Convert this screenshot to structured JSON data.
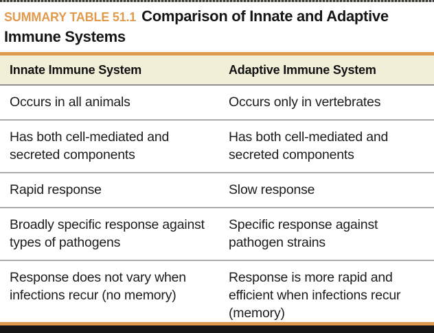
{
  "title": {
    "label": "SUMMARY TABLE 51.1",
    "text": "Comparison of Innate and Adaptive Immune Systems"
  },
  "table": {
    "columns": [
      "Innate Immune System",
      "Adaptive Immune System"
    ],
    "rows": [
      [
        "Occurs in all animals",
        "Occurs only in vertebrates"
      ],
      [
        "Has both cell-mediated and secreted components",
        "Has both cell-mediated and secreted components"
      ],
      [
        "Rapid response",
        "Slow response"
      ],
      [
        "Broadly specific response against types of pathogens",
        "Specific response against pathogen strains"
      ],
      [
        "Response does not vary when infections recur (no memory)",
        "Response is more rapid and efficient when infections recur (memory)"
      ]
    ]
  },
  "colors": {
    "accent_orange": "#dd9a4e",
    "label_orange": "#e29a4c",
    "header_background": "#f2efd9",
    "separator_gray": "#a9a9a9",
    "footer_black": "#161616",
    "body_text": "#1c1c1c"
  }
}
